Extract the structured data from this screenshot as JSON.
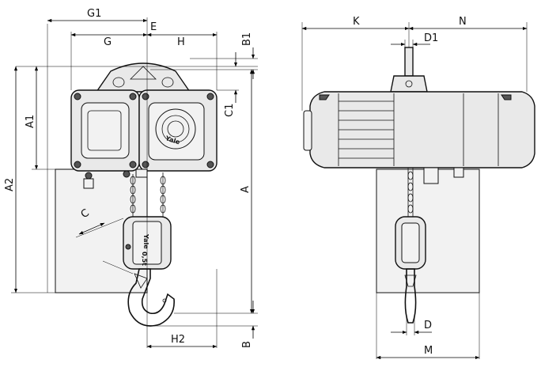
{
  "labels": {
    "G1": "G1",
    "E": "E",
    "G": "G",
    "H": "H",
    "B1": "B1",
    "C1": "C1",
    "A1": "A1",
    "A2": "A2",
    "A": "A",
    "C": "C",
    "H2": "H2",
    "B": "B",
    "K": "K",
    "N": "N",
    "D1": "D1",
    "D": "D",
    "M": "M"
  },
  "branding": {
    "hoist_logo": "Yale",
    "hook_logo": "Yale",
    "hook_rating": "0,5t"
  }
}
